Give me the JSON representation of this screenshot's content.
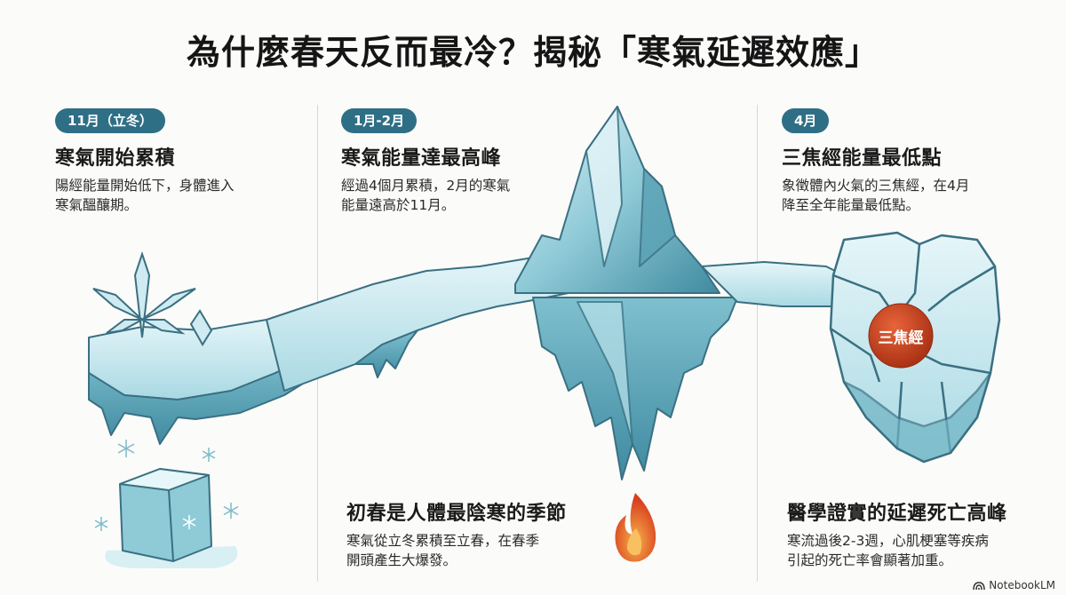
{
  "title": "為什麼春天反而最冷？揭秘「寒氣延遲效應」",
  "sections": [
    {
      "badge": "11月（立冬）",
      "heading": "寒氣開始累積",
      "desc_line1": "陽經能量開始低下，身體進入",
      "desc_line2": "寒氣醞釀期。"
    },
    {
      "badge": "1月-2月",
      "heading": "寒氣能量達最高峰",
      "desc_line1": "經過4個月累積，2月的寒氣",
      "desc_line2": "能量遠高於11月。"
    },
    {
      "badge": "4月",
      "heading": "三焦經能量最低點",
      "desc_line1": "象徵體內火氣的三焦經，在4月",
      "desc_line2": "降至全年能量最低點。"
    }
  ],
  "bottom_sections": [
    {
      "heading": "初春是人體最陰寒的季節",
      "desc_line1": "寒氣從立冬累積至立春，在春季",
      "desc_line2": "開頭產生大爆發。"
    },
    {
      "heading": "醫學證實的延遲死亡高峰",
      "desc_line1": "寒流過後2-3週，心肌梗塞等疾病",
      "desc_line2": "引起的死亡率會顯著加重。"
    }
  ],
  "orb_label": "三焦經",
  "watermark": "NotebookLM",
  "colors": {
    "badge": "#2f6f86",
    "ice_light": "#d4eef3",
    "ice_mid": "#8fc9d6",
    "ice_dark": "#3f8aa0",
    "ice_outline": "#3a7082",
    "orb": "#c8401c",
    "flame": "#e8532a"
  }
}
